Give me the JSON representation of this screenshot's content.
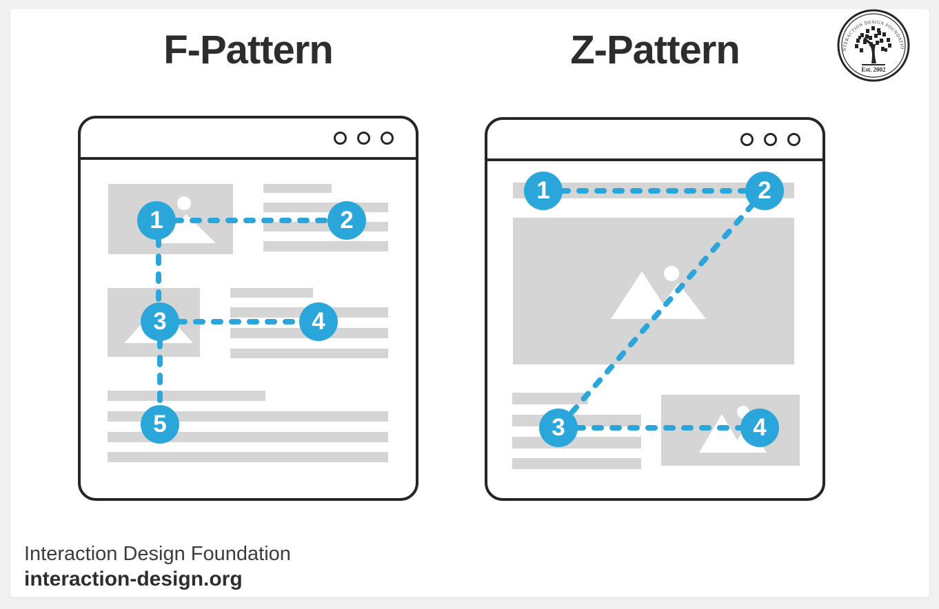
{
  "titles": {
    "left": "F-Pattern",
    "right": "Z-Pattern"
  },
  "logo": {
    "arc_text": "INTERACTION DESIGN FOUNDATION",
    "established": "Est. 2002"
  },
  "footer": {
    "line1": "Interaction Design Foundation",
    "line2": "interaction-design.org"
  },
  "colors": {
    "accent": "#2ba6da",
    "placeholder_gray": "#d5d5d5",
    "ink": "#262626",
    "canvas": "#f1f1f1"
  },
  "f_pattern": {
    "badges": [
      {
        "label": "1"
      },
      {
        "label": "2"
      },
      {
        "label": "3"
      },
      {
        "label": "4"
      },
      {
        "label": "5"
      }
    ]
  },
  "z_pattern": {
    "badges": [
      {
        "label": "1"
      },
      {
        "label": "2"
      },
      {
        "label": "3"
      },
      {
        "label": "4"
      }
    ]
  }
}
